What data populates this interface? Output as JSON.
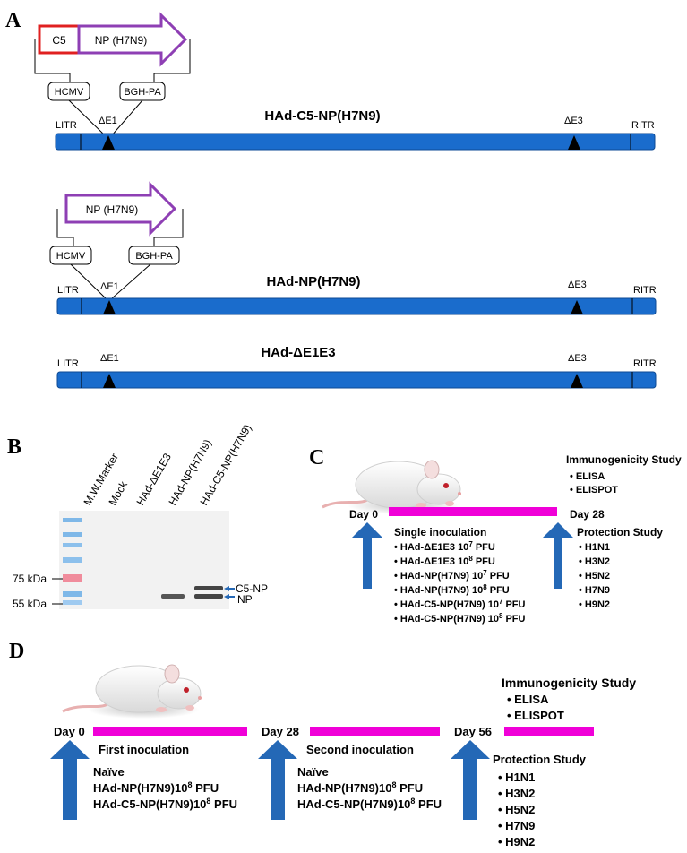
{
  "panelA": {
    "letter": "A",
    "constructs": [
      {
        "name": "HAd-C5-NP(H7N9)",
        "c5": "C5",
        "np": "NP (H7N9)",
        "promoter": "HCMV",
        "polyA": "BGH-PA",
        "litr": "LITR",
        "e1": "ΔE1",
        "e3": "ΔE3",
        "ritr": "RITR"
      },
      {
        "name": "HAd-NP(H7N9)",
        "np": "NP (H7N9)",
        "promoter": "HCMV",
        "polyA": "BGH-PA",
        "litr": "LITR",
        "e1": "ΔE1",
        "e3": "ΔE3",
        "ritr": "RITR"
      },
      {
        "name": "HAd-ΔE1E3",
        "litr": "LITR",
        "e1": "ΔE1",
        "e3": "ΔE3",
        "ritr": "RITR"
      }
    ]
  },
  "panelB": {
    "letter": "B",
    "lanes": [
      "M.W.Marker",
      "Mock",
      "HAd-ΔE1E3",
      "HAd-NP(H7N9)",
      "HAd-C5-NP(H7N9)"
    ],
    "markers": [
      "75 kDa",
      "55 kDa"
    ],
    "bands": [
      "C5-NP",
      "NP"
    ]
  },
  "panelC": {
    "letter": "C",
    "immunogenicity_title": "Immunogenicity Study",
    "immunogenicity_items": [
      "ELISA",
      "ELISPOT"
    ],
    "day0": "Day 0",
    "day28": "Day 28",
    "inoculation_title": "Single inoculation",
    "groups": [
      {
        "name": "HAd-ΔE1E3 10",
        "exp": "7",
        "unit": " PFU"
      },
      {
        "name": "HAd-ΔE1E3 10",
        "exp": "8",
        "unit": " PFU"
      },
      {
        "name": "HAd-NP(H7N9) 10",
        "exp": "7",
        "unit": " PFU"
      },
      {
        "name": "HAd-NP(H7N9) 10",
        "exp": "8",
        "unit": " PFU"
      },
      {
        "name": "HAd-C5-NP(H7N9) 10",
        "exp": "7",
        "unit": " PFU"
      },
      {
        "name": "HAd-C5-NP(H7N9) 10",
        "exp": "8",
        "unit": " PFU"
      }
    ],
    "protection_title": "Protection Study",
    "protection_items": [
      "H1N1",
      "H3N2",
      "H5N2",
      "H7N9",
      "H9N2"
    ]
  },
  "panelD": {
    "letter": "D",
    "day0": "Day 0",
    "day28": "Day 28",
    "day56": "Day 56",
    "first_title": "First inoculation",
    "second_title": "Second inoculation",
    "groups": [
      {
        "name": "Naïve",
        "exp": "",
        "unit": ""
      },
      {
        "name": "HAd-NP(H7N9)10",
        "exp": "8",
        "unit": " PFU"
      },
      {
        "name": "HAd-C5-NP(H7N9)10",
        "exp": "8",
        "unit": " PFU"
      }
    ],
    "immunogenicity_title": "Immunogenicity Study",
    "immunogenicity_items": [
      "ELISA",
      "ELISPOT"
    ],
    "protection_title": "Protection Study",
    "protection_items": [
      "H1N1",
      "H3N2",
      "H5N2",
      "H7N9",
      "H9N2"
    ]
  },
  "colors": {
    "genome": "#1a6ccc",
    "arrow_up": "#2468b6",
    "timeline": "#f000d8",
    "np_box": "#8e3fb4",
    "c5_box": "#e02020"
  }
}
